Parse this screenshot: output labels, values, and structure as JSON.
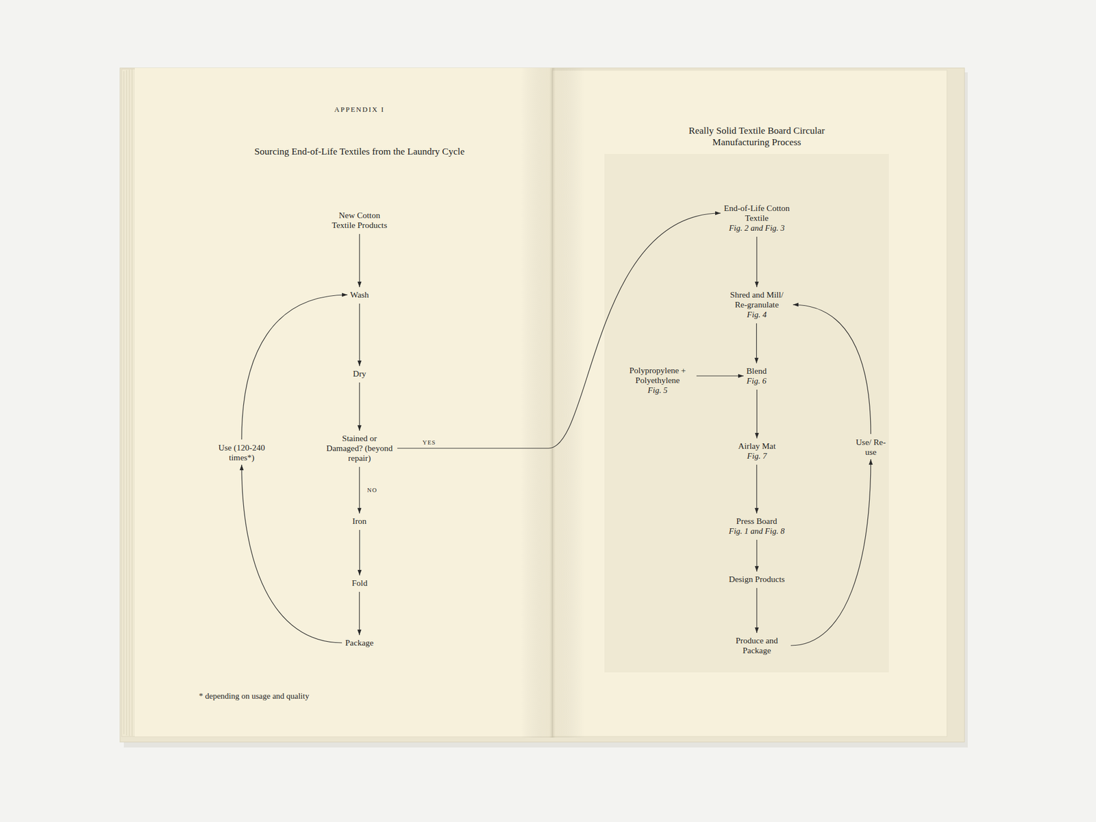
{
  "diagram": {
    "title": "Sourcing End-of-Life Textiles from the Laundry Cycle",
    "nodes": [
      {
        "text": [
          "New Cotton Textile Products"
        ]
      },
      {
        "text": [
          "Wash"
        ]
      },
      {
        "text": [
          "Dry"
        ]
      },
      {
        "text": [
          "Stained or Damaged? (beyond repair)"
        ]
      },
      {
        "text": [
          "Iron"
        ]
      },
      {
        "text": [
          "Fold"
        ]
      },
      {
        "text": [
          "Package"
        ]
      },
      {
        "text": [
          "Use (120-240 times*)"
        ]
      },
      {
        "text": [
          "End-of-Life Cotton Textile",
          "Fig. 2 and Fig. 3"
        ]
      },
      {
        "text": [
          "Shred and Mill/ Re-granulate",
          "Fig. 4"
        ]
      },
      {
        "text": [
          "Polypropylene + Polyethylene",
          "Fig. 5"
        ]
      },
      {
        "text": [
          "Blend",
          "Fig. 6"
        ]
      },
      {
        "text": [
          "Airlay Mat",
          "Fig. 7"
        ]
      },
      {
        "text": [
          "Press Board",
          "Fig. 1 and Fig. 8"
        ]
      },
      {
        "text": [
          "Design Products"
        ]
      },
      {
        "text": [
          "Produce and Package"
        ]
      },
      {
        "text": [
          "Use/ Re-use"
        ]
      }
    ],
    "edges": [
      {
        "from": 0,
        "to": 1,
        "arrow": "to"
      },
      {
        "from": 1,
        "to": 2,
        "arrow": "to"
      },
      {
        "from": 2,
        "to": 3,
        "arrow": "to"
      },
      {
        "from": 3,
        "to": 4,
        "label": "NO",
        "arrow": "to"
      },
      {
        "from": 4,
        "to": 5,
        "arrow": "to"
      },
      {
        "from": 5,
        "to": 6,
        "arrow": "to"
      },
      {
        "from": 6,
        "to": 7,
        "arrow": "to"
      },
      {
        "from": 7,
        "to": 1,
        "arrow": "to"
      },
      {
        "from": 3,
        "to": 8,
        "label": "YES",
        "arrow": "to"
      },
      {
        "from": 8,
        "to": 9,
        "arrow": "to"
      },
      {
        "from": 9,
        "to": 11,
        "arrow": "to"
      },
      {
        "from": 10,
        "to": 11,
        "arrow": "to"
      },
      {
        "from": 11,
        "to": 12,
        "arrow": "to"
      },
      {
        "from": 12,
        "to": 13,
        "arrow": "to"
      },
      {
        "from": 13,
        "to": 14,
        "arrow": "to"
      },
      {
        "from": 14,
        "to": 15,
        "arrow": "to"
      },
      {
        "from": 15,
        "to": 16,
        "arrow": "to"
      },
      {
        "from": 16,
        "to": 9,
        "arrow": "to"
      }
    ],
    "labels": [
      "APPENDIX I",
      "Really Solid Textile Board Circular Manufacturing Process",
      "* depending on usage and quality"
    ]
  }
}
